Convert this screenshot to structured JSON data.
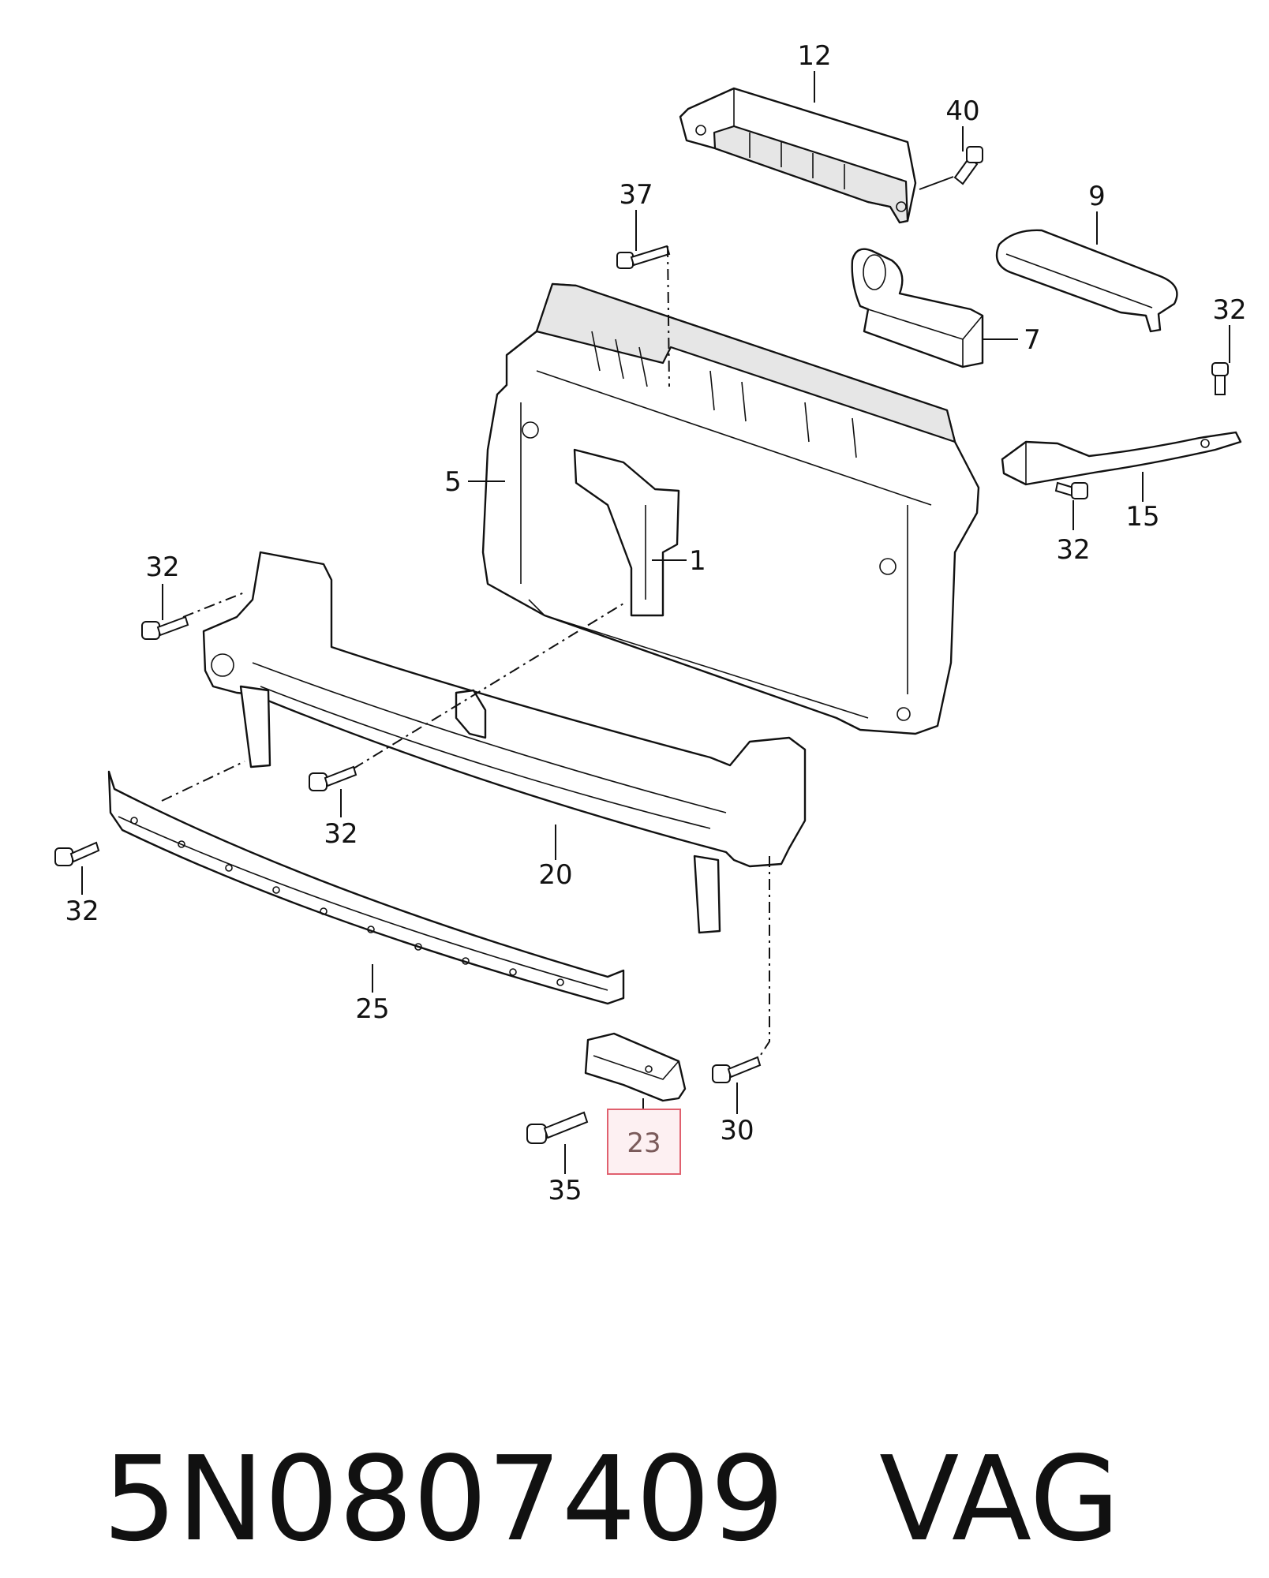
{
  "diagram": {
    "labels": {
      "l1": "1",
      "l5": "5",
      "l7": "7",
      "l9": "9",
      "l12": "12",
      "l15": "15",
      "l20": "20",
      "l23": "23",
      "l25": "25",
      "l30": "30",
      "l32a": "32",
      "l32b": "32",
      "l32c": "32",
      "l32d": "32",
      "l32e": "32",
      "l35": "35",
      "l37": "37",
      "l40": "40"
    },
    "highlighted_part": "23",
    "highlight_color": "#e0606e"
  },
  "footer": {
    "part_number": "5N0807409",
    "brand": "VAG"
  }
}
